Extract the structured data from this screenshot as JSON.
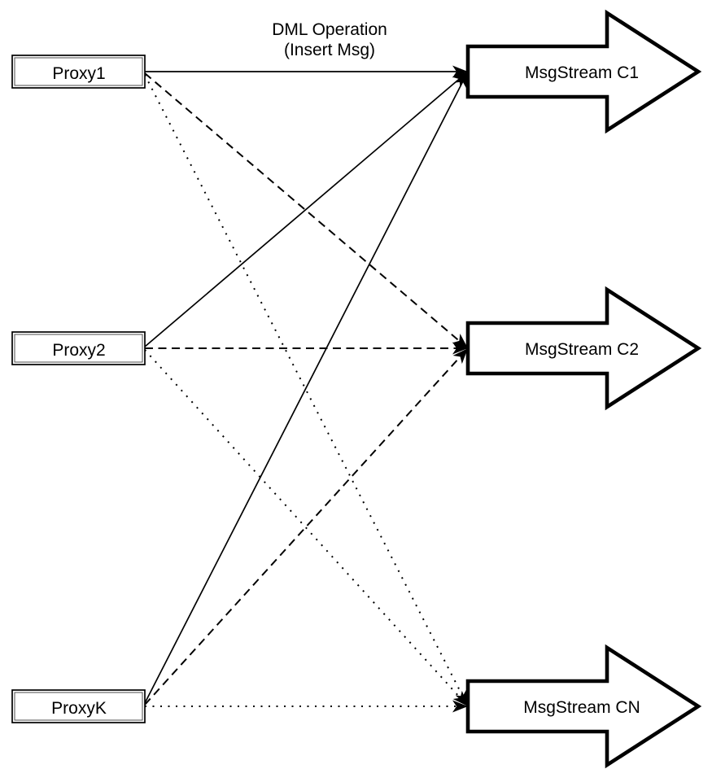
{
  "diagram": {
    "title_label": {
      "line1": "DML Operation",
      "line2": "(Insert Msg)"
    },
    "proxies": [
      {
        "label": "Proxy1"
      },
      {
        "label": "Proxy2"
      },
      {
        "label": "ProxyK"
      }
    ],
    "streams": [
      {
        "label": "MsgStream C1"
      },
      {
        "label": "MsgStream C2"
      },
      {
        "label": "MsgStream CN"
      }
    ],
    "connections": [
      {
        "from": "Proxy1",
        "to": "MsgStream C1",
        "line_style": "solid"
      },
      {
        "from": "Proxy1",
        "to": "MsgStream C2",
        "line_style": "dashed"
      },
      {
        "from": "Proxy1",
        "to": "MsgStream CN",
        "line_style": "dotted"
      },
      {
        "from": "Proxy2",
        "to": "MsgStream C1",
        "line_style": "solid"
      },
      {
        "from": "Proxy2",
        "to": "MsgStream C2",
        "line_style": "dashed"
      },
      {
        "from": "Proxy2",
        "to": "MsgStream CN",
        "line_style": "dotted"
      },
      {
        "from": "ProxyK",
        "to": "MsgStream C1",
        "line_style": "solid"
      },
      {
        "from": "ProxyK",
        "to": "MsgStream C2",
        "line_style": "dashed"
      },
      {
        "from": "ProxyK",
        "to": "MsgStream CN",
        "line_style": "dotted"
      }
    ],
    "colors": {
      "line": "#000000",
      "shape_fill": "#ffffff",
      "background": "#ffffff"
    }
  }
}
